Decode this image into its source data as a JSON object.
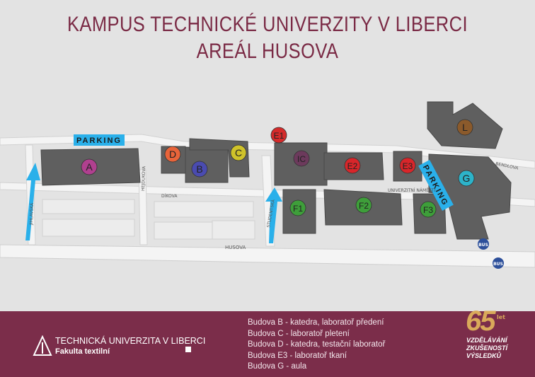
{
  "title": {
    "line1": "KAMPUS TECHNICKÉ UNIVERZITY V LIBERCI",
    "line2": "AREÁL HUSOVA"
  },
  "colors": {
    "brand": "#7b2d4a",
    "building": "#5f5f5f",
    "road": "#f2f2f2",
    "parking_blue": "#2ab0ea"
  },
  "parking": {
    "left_label": "PARKING",
    "right_label": "PARKING"
  },
  "streets": {
    "husova": "HUSOVA",
    "dikova": "DÍKOVA",
    "hejdukova": "HEJDUKOVA",
    "studentska": "STUDENTSKÁ",
    "jihlavska": "JIHLAVSKÁ",
    "univerzitni_namesti": "UNIVERZITNÍ NÁMĚSTÍ",
    "bendlova": "BENDLOVA"
  },
  "buildings": [
    {
      "label": "A",
      "color": "#b0408f"
    },
    {
      "label": "B",
      "color": "#4a4bb0"
    },
    {
      "label": "C",
      "color": "#cfc22a"
    },
    {
      "label": "D",
      "color": "#e8643a"
    },
    {
      "label": "E1",
      "color": "#d42a2a"
    },
    {
      "label": "IC",
      "color": "#6c3a5c"
    },
    {
      "label": "E2",
      "color": "#d8262a"
    },
    {
      "label": "E3",
      "color": "#d8262a"
    },
    {
      "label": "F1",
      "color": "#3e9e3a"
    },
    {
      "label": "F2",
      "color": "#3e9e3a"
    },
    {
      "label": "F3",
      "color": "#3e9e3a"
    },
    {
      "label": "G",
      "color": "#2db3c9"
    },
    {
      "label": "L",
      "color": "#8b5a2b"
    }
  ],
  "bus": {
    "stop1": "BUS",
    "stop2": "BUS"
  },
  "footer": {
    "university": "TECHNICKÁ UNIVERZITA V LIBERCI",
    "faculty": "Fakulta textilní",
    "legend": [
      "Budova B - katedra, laboratoř předení",
      "Budova C - laboratoř pletení",
      "Budova D - katedra, testační laboratoř",
      "Budova E3 - laboratoř tkaní",
      "Budova G - aula"
    ],
    "anniversary": {
      "number": "65",
      "let": "let",
      "line1": "VZDĚLÁVÁNÍ",
      "line2": "ZKUŠENOSTÍ",
      "line3": "VÝSLEDKŮ"
    }
  }
}
